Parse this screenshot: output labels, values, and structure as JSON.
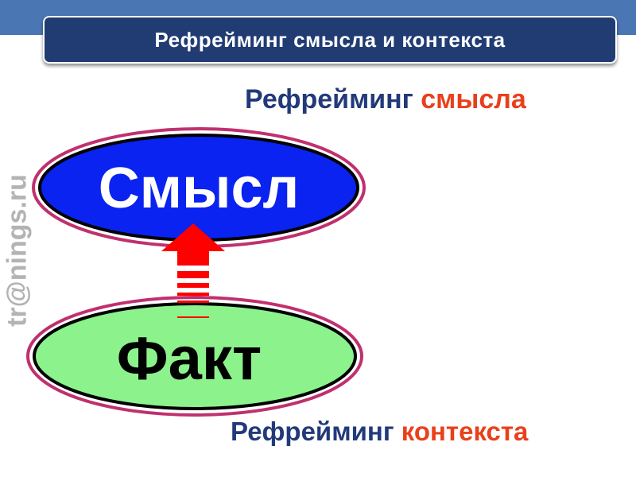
{
  "slide": {
    "title": "Рефрейминг смысла и контекста",
    "watermark": "tr@nings.ru"
  },
  "labels": {
    "meaning_base": "Рефрейминг ",
    "meaning_accent": "смысла",
    "context_base": "Рефрейминг ",
    "context_accent": "контекста"
  },
  "nodes": {
    "top": "Смысл",
    "bottom": "Факт"
  },
  "colors": {
    "header_band": "#4a76b4",
    "title_box": "#213c73",
    "label_text": "#223a7a",
    "accent_text": "#e8401c",
    "top_node_fill": "#0a23f0",
    "bottom_node_fill": "#8cf28c",
    "node_ring": "#c0306e",
    "arrow": "#ff0000"
  },
  "icons": {
    "arrow": "up-arrow-icon"
  }
}
